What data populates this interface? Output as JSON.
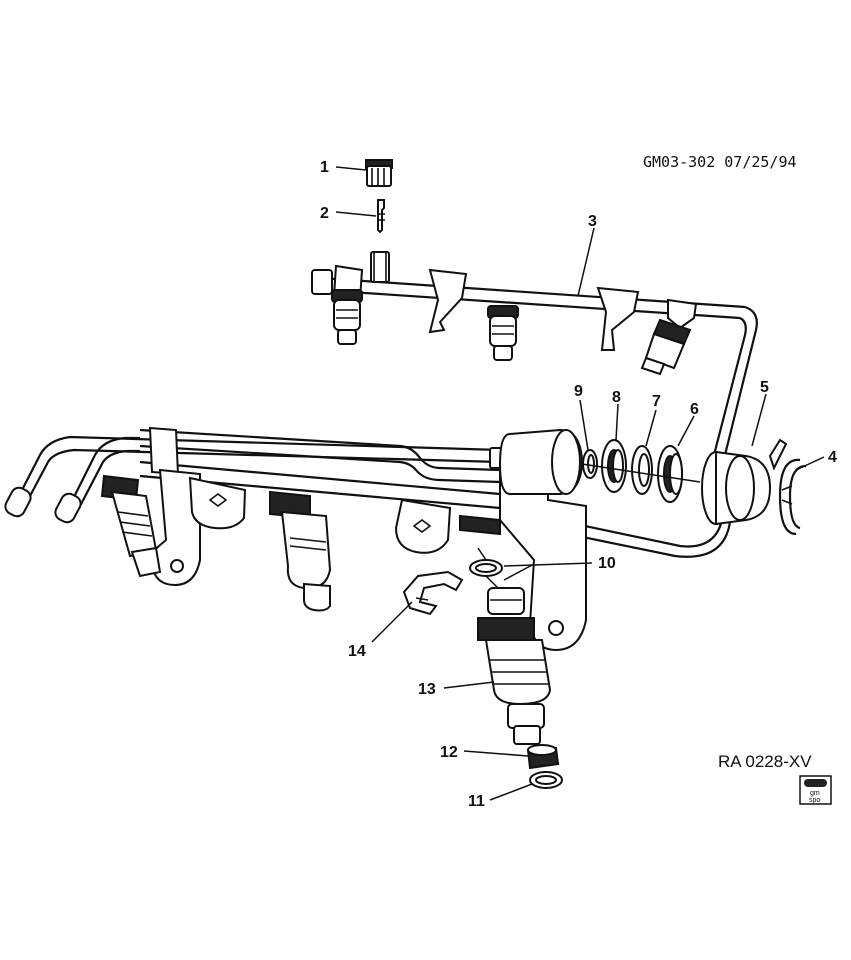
{
  "diagram": {
    "header_code": "GM03-302  07/25/94",
    "footer_code": "RA 0228-XV",
    "logo_text_top": "gm",
    "logo_text_bottom": "spo",
    "callouts": [
      "1",
      "2",
      "3",
      "4",
      "5",
      "6",
      "7",
      "8",
      "9",
      "10",
      "11",
      "12",
      "13",
      "14"
    ]
  }
}
